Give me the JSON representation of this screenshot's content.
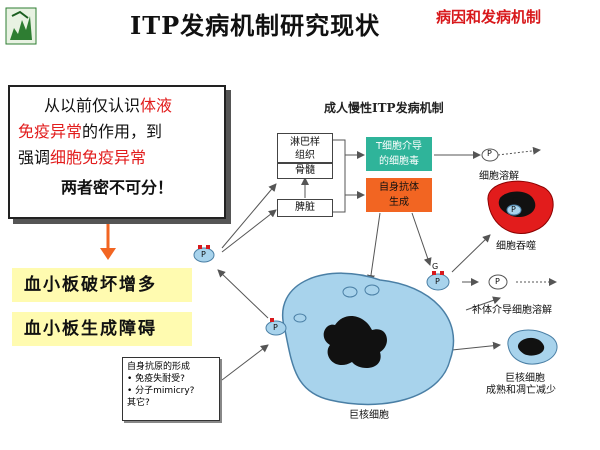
{
  "header": {
    "title": "ITP发病机制研究现状",
    "subtitle": "病因和发病机制"
  },
  "note": {
    "line1_a": "从以前仅认识",
    "line1_b": "体液",
    "line2_a": "免疫异常",
    "line2_b": "的作用，到",
    "line3_a": "强调",
    "line3_b": "细胞免疫异常",
    "line4": "两者密不可分！"
  },
  "results": {
    "item1": "血小板破坏增多",
    "item2": "血小板生成障碍"
  },
  "diagram": {
    "title": "成人慢性ITP发病机制",
    "lymph_line1": "淋巴样",
    "lymph_line2": "组织",
    "marrow": "骨髓",
    "spleen": "脾脏",
    "tcell_line1": "T细胞介导",
    "tcell_line2": "的细胞毒",
    "ab_line1": "自身抗体",
    "ab_line2": "生成",
    "lysis": "细胞溶解",
    "phago": "细胞吞噬",
    "complement": "补体介导细胞溶解",
    "mk_line1": "巨核细胞",
    "mk_line2": "成熟和凋亡减少",
    "megakaryocyte": "巨核细胞",
    "platelet_label": "P",
    "ab_label": "G"
  },
  "antigen": {
    "title": "自身抗原的形成",
    "item1": "• 免疫失耐受?",
    "item2": "• 分子mimicry?",
    "item3": "  其它?"
  },
  "colors": {
    "red": "#e21c1c",
    "teal": "#2fb49a",
    "orange": "#f26522",
    "yellow": "#fffbb0",
    "cell": "#a8d3ec"
  }
}
